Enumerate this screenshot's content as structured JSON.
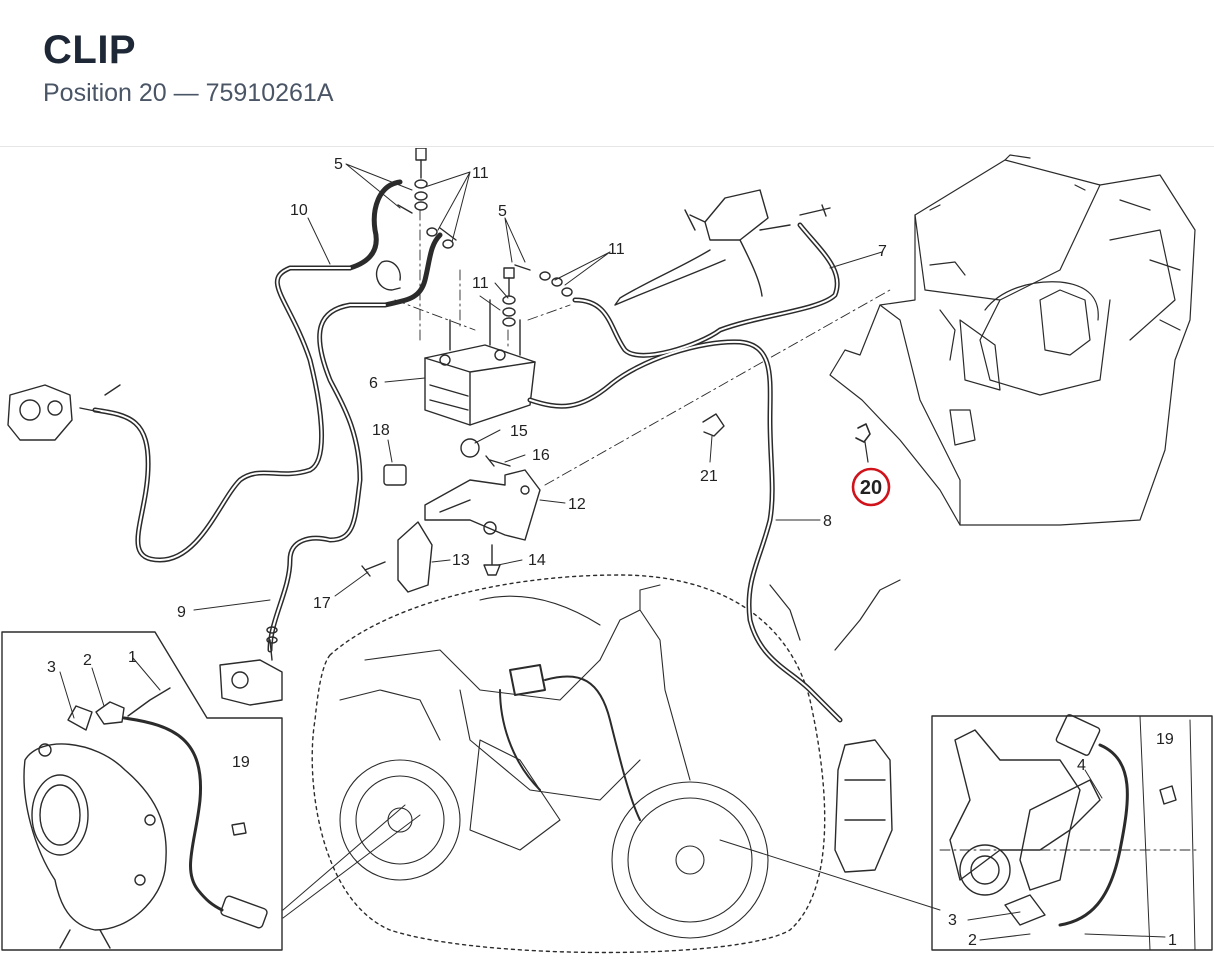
{
  "header": {
    "title": "CLIP",
    "subtitle": "Position 20 — 75910261A"
  },
  "callouts": {
    "c1": "1",
    "c2": "2",
    "c3": "3",
    "c4": "4",
    "c5": "5",
    "c6": "6",
    "c7": "7",
    "c8": "8",
    "c9": "9",
    "c10": "10",
    "c11": "11",
    "c12": "12",
    "c13": "13",
    "c14": "14",
    "c15": "15",
    "c16": "16",
    "c17": "17",
    "c18": "18",
    "c19": "19",
    "c20": "20",
    "c21": "21"
  },
  "highlight": {
    "color": "#d0121b",
    "position": "20"
  }
}
